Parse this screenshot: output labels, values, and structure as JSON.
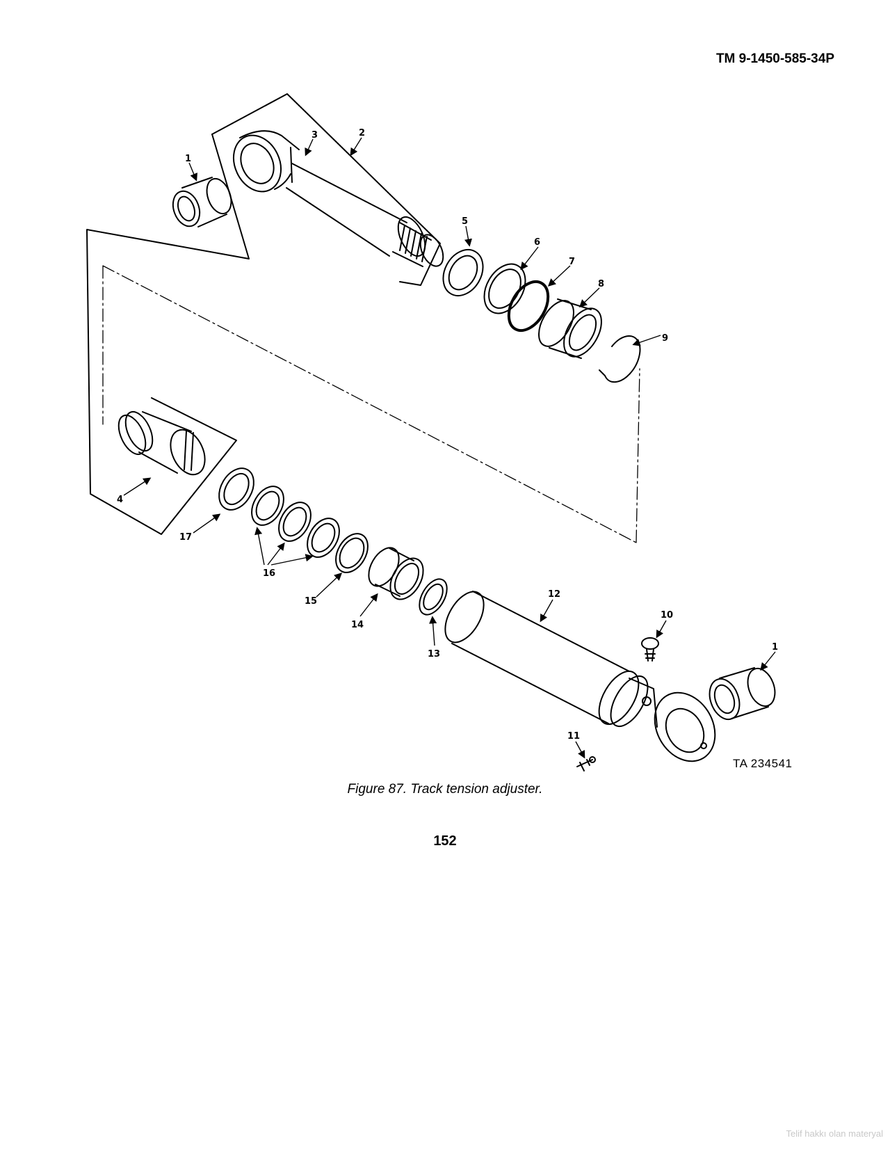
{
  "header": {
    "doc_id": "TM 9-1450-585-34P"
  },
  "figure": {
    "ta_code": "TA 234541",
    "callouts": [
      "1",
      "2",
      "3",
      "4",
      "5",
      "6",
      "7",
      "8",
      "9",
      "10",
      "11",
      "12",
      "13",
      "14",
      "15",
      "16",
      "17"
    ]
  },
  "caption": "Figure 87.  Track tension adjuster.",
  "page_number": "152",
  "watermark": "Telif hakkı olan materyal"
}
